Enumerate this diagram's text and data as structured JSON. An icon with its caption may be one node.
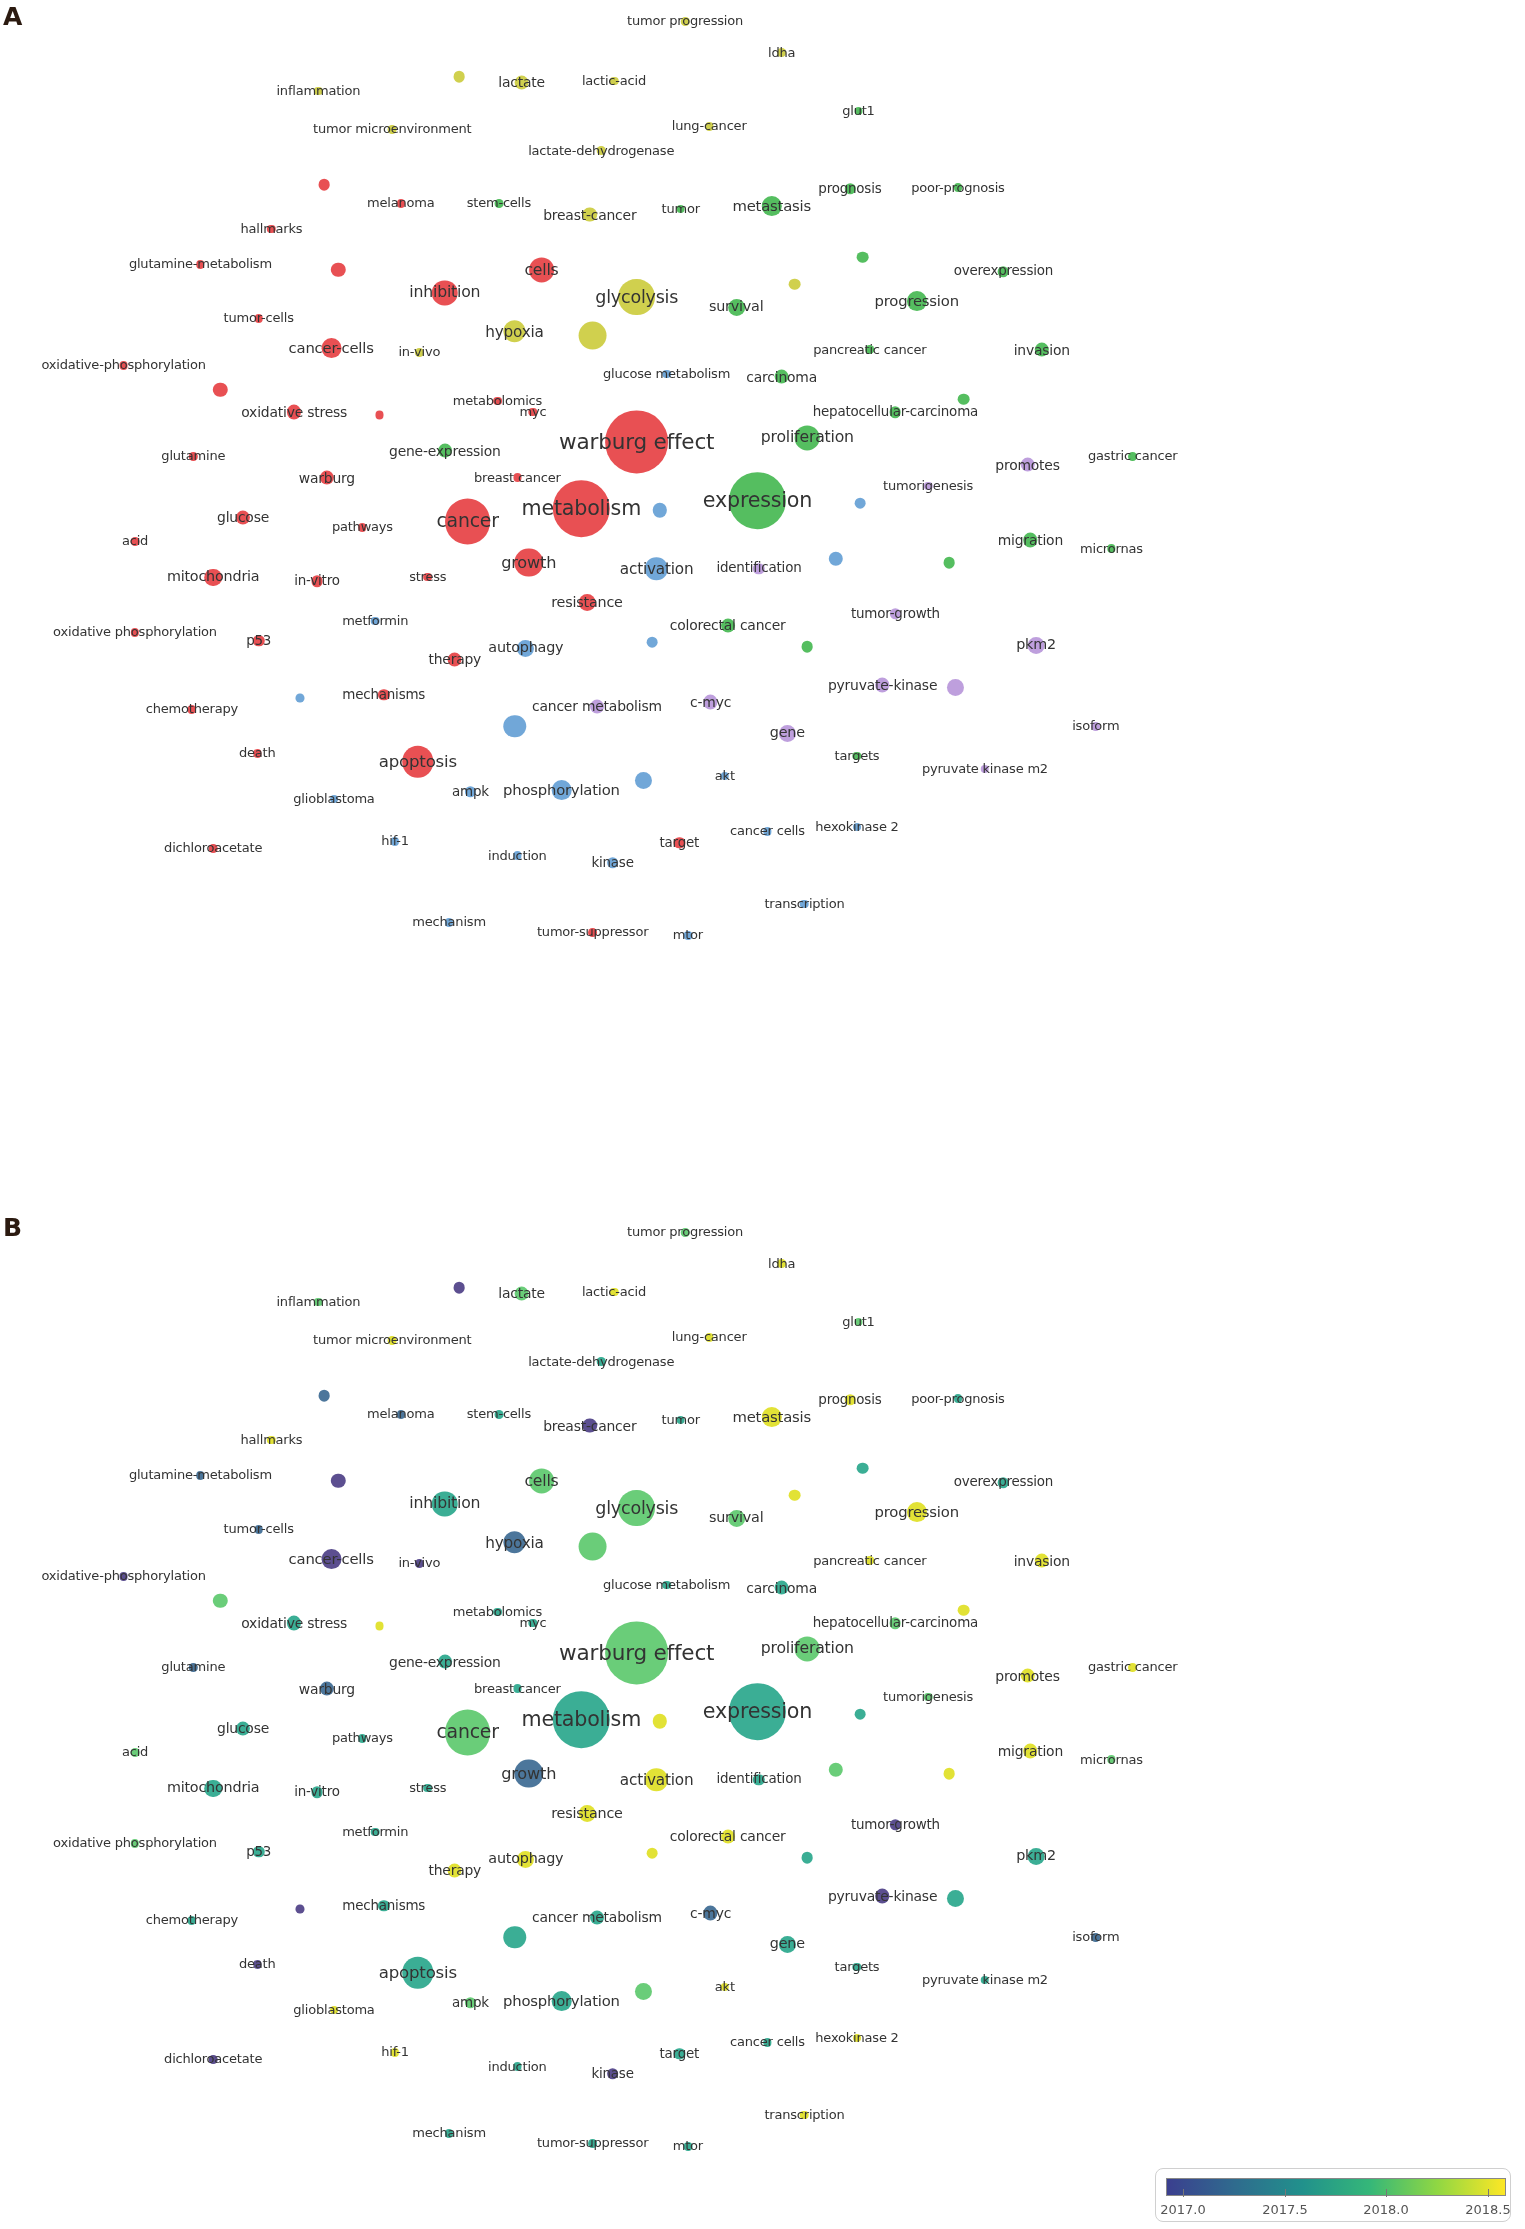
{
  "diagram": {
    "nodes": [
      {
        "text": [
          "A"
        ]
      },
      {
        "text": [
          "tumor progression"
        ],
        "in": 0
      },
      {
        "text": [
          "ldha"
        ],
        "in": 0
      },
      {
        "text": [
          "inflammation"
        ],
        "in": 0
      },
      {
        "text": [],
        "shape": "circle",
        "in": 0
      },
      {
        "text": [
          "lactate"
        ],
        "in": 0
      },
      {
        "text": [
          "lactic-acid"
        ],
        "in": 0
      },
      {
        "text": [
          "glut1"
        ],
        "in": 0
      },
      {
        "text": [
          "tumor microenvironment"
        ],
        "in": 0
      },
      {
        "text": [
          "lung-cancer"
        ],
        "in": 0
      },
      {
        "text": [
          "lactate-dehydrogenase"
        ],
        "in": 0
      },
      {
        "text": [],
        "shape": "circle",
        "in": 0
      },
      {
        "text": [
          "prognosis"
        ],
        "in": 0
      },
      {
        "text": [
          "poor-prognosis"
        ],
        "in": 0
      },
      {
        "text": [
          "melanoma"
        ],
        "in": 0
      },
      {
        "text": [
          "stem-cells"
        ],
        "in": 0
      },
      {
        "text": [
          "tumor"
        ],
        "in": 0
      },
      {
        "text": [
          "metastasis"
        ],
        "in": 0
      },
      {
        "text": [
          "breast-cancer"
        ],
        "in": 0
      },
      {
        "text": [
          "hallmarks"
        ],
        "in": 0
      },
      {
        "text": [],
        "shape": "circle",
        "in": 0
      },
      {
        "text": [
          "cells"
        ],
        "in": 0
      },
      {
        "text": [
          "glutamine-metabolism"
        ],
        "in": 0
      },
      {
        "text": [],
        "shape": "circle",
        "in": 0
      },
      {
        "text": [
          "overexpression"
        ],
        "in": 0
      },
      {
        "text": [],
        "shape": "circle",
        "in": 0
      },
      {
        "text": [
          "inhibition"
        ],
        "in": 0
      },
      {
        "text": [
          "glycolysis"
        ],
        "in": 0
      },
      {
        "text": [
          "tumor-cells"
        ],
        "in": 0
      },
      {
        "text": [
          "survival"
        ],
        "in": 0
      },
      {
        "text": [
          "progression"
        ],
        "in": 0
      },
      {
        "text": [
          "hypoxia"
        ],
        "in": 0
      },
      {
        "text": [],
        "shape": "circle",
        "in": 0
      },
      {
        "text": [
          "cancer-cells"
        ],
        "in": 0
      },
      {
        "text": [
          "in-vivo"
        ],
        "in": 0
      },
      {
        "text": [
          "invasion"
        ],
        "in": 0
      },
      {
        "text": [
          "pancreatic cancer"
        ],
        "in": 0
      },
      {
        "text": [
          "oxidative-phosphorylation"
        ],
        "in": 0
      },
      {
        "text": [
          "glucose metabolism"
        ],
        "in": 0
      },
      {
        "text": [
          "carcinoma"
        ],
        "in": 0
      },
      {
        "text": [],
        "shape": "circle",
        "in": 0
      },
      {
        "text": [],
        "shape": "circle",
        "in": 0
      },
      {
        "text": [
          "metabolomics"
        ],
        "in": 0
      },
      {
        "text": [
          "hepatocellular-carcinoma"
        ],
        "in": 0
      },
      {
        "text": [
          "oxidative stress"
        ],
        "in": 0
      },
      {
        "text": [],
        "shape": "circle",
        "in": 0
      },
      {
        "text": [
          "myc"
        ],
        "in": 0
      },
      {
        "text": [
          "warburg effect"
        ],
        "in": 0
      },
      {
        "text": [
          "proliferation"
        ],
        "in": 0
      },
      {
        "text": [
          "gene-expression"
        ],
        "in": 0
      },
      {
        "text": [
          "promotes"
        ],
        "in": 0
      },
      {
        "text": [
          "gastric cancer"
        ],
        "in": 0
      },
      {
        "text": [
          "breast cancer"
        ],
        "in": 0
      },
      {
        "text": [
          "glutamine"
        ],
        "in": 0
      },
      {
        "text": [
          "warburg"
        ],
        "in": 0
      },
      {
        "text": [
          "metabolism"
        ],
        "in": 0
      },
      {
        "text": [
          "expression"
        ],
        "in": 0
      },
      {
        "text": [],
        "shape": "circle",
        "in": 0
      },
      {
        "text": [],
        "shape": "circle",
        "in": 0
      },
      {
        "text": [
          "tumorigenesis"
        ],
        "in": 0
      },
      {
        "text": [
          "cancer"
        ],
        "in": 0
      },
      {
        "text": [
          "glucose"
        ],
        "in": 0
      },
      {
        "text": [
          "pathways"
        ],
        "in": 0
      },
      {
        "text": [
          "acid"
        ],
        "in": 0
      },
      {
        "text": [
          "migration"
        ],
        "in": 0
      },
      {
        "text": [
          "micrornas"
        ],
        "in": 0
      },
      {
        "text": [
          "growth"
        ],
        "in": 0
      },
      {
        "text": [
          "activation"
        ],
        "in": 0
      },
      {
        "text": [
          "identification"
        ],
        "in": 0
      },
      {
        "text": [],
        "shape": "circle",
        "in": 0
      },
      {
        "text": [],
        "shape": "circle",
        "in": 0
      },
      {
        "text": [
          "mitochondria"
        ],
        "in": 0
      },
      {
        "text": [
          "in-vitro"
        ],
        "in": 0
      },
      {
        "text": [
          "stress"
        ],
        "in": 0
      },
      {
        "text": [
          "resistance"
        ],
        "in": 0
      },
      {
        "text": [
          "oxidative phosphorylation"
        ],
        "in": 0
      },
      {
        "text": [
          "metformin"
        ],
        "in": 0
      },
      {
        "text": [
          "colorectal cancer"
        ],
        "in": 0
      },
      {
        "text": [
          "p53"
        ],
        "in": 0
      },
      {
        "text": [],
        "shape": "circle",
        "in": 0
      },
      {
        "text": [
          "tumor-growth"
        ],
        "in": 0
      },
      {
        "text": [],
        "shape": "circle",
        "in": 0
      },
      {
        "text": [
          "autophagy"
        ],
        "in": 0
      },
      {
        "text": [
          "pkm2"
        ],
        "in": 0
      },
      {
        "text": [
          "therapy"
        ],
        "in": 0
      },
      {
        "text": [
          "mechanisms"
        ],
        "in": 0
      },
      {
        "text": [],
        "shape": "circle",
        "in": 0
      },
      {
        "text": [
          "chemotherapy"
        ],
        "in": 0
      },
      {
        "text": [
          "cancer metabolism"
        ],
        "in": 0
      },
      {
        "text": [],
        "shape": "circle",
        "in": 0
      },
      {
        "text": [
          "c-myc"
        ],
        "in": 0
      },
      {
        "text": [
          "pyruvate-kinase"
        ],
        "in": 0
      },
      {
        "text": [],
        "shape": "circle",
        "in": 0
      },
      {
        "text": [
          "gene"
        ],
        "in": 0
      },
      {
        "text": [
          "isoform"
        ],
        "in": 0
      },
      {
        "text": [
          "death"
        ],
        "in": 0
      },
      {
        "text": [
          "apoptosis"
        ],
        "in": 0
      },
      {
        "text": [
          "targets"
        ],
        "in": 0
      },
      {
        "text": [
          "pyruvate kinase m2"
        ],
        "in": 0
      },
      {
        "text": [
          "glioblastoma"
        ],
        "in": 0
      },
      {
        "text": [
          "ampk"
        ],
        "in": 0
      },
      {
        "text": [
          "phosphorylation"
        ],
        "in": 0
      },
      {
        "text": [],
        "shape": "circle",
        "in": 0
      },
      {
        "text": [
          "akt"
        ],
        "in": 0
      },
      {
        "text": [
          "hif-1"
        ],
        "in": 0
      },
      {
        "text": [
          "dichloroacetate"
        ],
        "in": 0
      },
      {
        "text": [
          "target"
        ],
        "in": 0
      },
      {
        "text": [
          "cancer cells"
        ],
        "in": 0
      },
      {
        "text": [
          "hexokinase 2"
        ],
        "in": 0
      },
      {
        "text": [
          "induction"
        ],
        "in": 0
      },
      {
        "text": [
          "kinase"
        ],
        "in": 0
      },
      {
        "text": [
          "transcription"
        ],
        "in": 0
      },
      {
        "text": [
          "mechanism"
        ],
        "in": 0
      },
      {
        "text": [
          "tumor-suppressor"
        ],
        "in": 0
      },
      {
        "text": [
          "mtor"
        ],
        "in": 0
      },
      {
        "text": [
          "B"
        ]
      },
      {
        "text": [
          "tumor progression"
        ],
        "in": 115
      },
      {
        "text": [
          "ldha"
        ],
        "in": 115
      },
      {
        "text": [
          "inflammation"
        ],
        "in": 115
      },
      {
        "text": [],
        "shape": "circle",
        "in": 115
      },
      {
        "text": [
          "lactate"
        ],
        "in": 115
      },
      {
        "text": [
          "lactic-acid"
        ],
        "in": 115
      },
      {
        "text": [
          "glut1"
        ],
        "in": 115
      },
      {
        "text": [
          "tumor microenvironment"
        ],
        "in": 115
      },
      {
        "text": [
          "lung-cancer"
        ],
        "in": 115
      },
      {
        "text": [
          "lactate-dehydrogenase"
        ],
        "in": 115
      },
      {
        "text": [],
        "shape": "circle",
        "in": 115
      },
      {
        "text": [
          "prognosis"
        ],
        "in": 115
      },
      {
        "text": [
          "poor-prognosis"
        ],
        "in": 115
      },
      {
        "text": [
          "melanoma"
        ],
        "in": 115
      },
      {
        "text": [
          "stem-cells"
        ],
        "in": 115
      },
      {
        "text": [
          "tumor"
        ],
        "in": 115
      },
      {
        "text": [
          "metastasis"
        ],
        "in": 115
      },
      {
        "text": [
          "breast-cancer"
        ],
        "in": 115
      },
      {
        "text": [
          "hallmarks"
        ],
        "in": 115
      },
      {
        "text": [],
        "shape": "circle",
        "in": 115
      },
      {
        "text": [
          "cells"
        ],
        "in": 115
      },
      {
        "text": [
          "glutamine-metabolism"
        ],
        "in": 115
      },
      {
        "text": [],
        "shape": "circle",
        "in": 115
      },
      {
        "text": [
          "overexpression"
        ],
        "in": 115
      },
      {
        "text": [],
        "shape": "circle",
        "in": 115
      },
      {
        "text": [
          "inhibition"
        ],
        "in": 115
      },
      {
        "text": [
          "glycolysis"
        ],
        "in": 115
      },
      {
        "text": [
          "tumor-cells"
        ],
        "in": 115
      },
      {
        "text": [
          "survival"
        ],
        "in": 115
      },
      {
        "text": [
          "progression"
        ],
        "in": 115
      },
      {
        "text": [
          "hypoxia"
        ],
        "in": 115
      },
      {
        "text": [],
        "shape": "circle",
        "in": 115
      },
      {
        "text": [
          "cancer-cells"
        ],
        "in": 115
      },
      {
        "text": [
          "in-vivo"
        ],
        "in": 115
      },
      {
        "text": [
          "invasion"
        ],
        "in": 115
      },
      {
        "text": [
          "pancreatic cancer"
        ],
        "in": 115
      },
      {
        "text": [
          "oxidative-phosphorylation"
        ],
        "in": 115
      },
      {
        "text": [
          "glucose metabolism"
        ],
        "in": 115
      },
      {
        "text": [
          "carcinoma"
        ],
        "in": 115
      },
      {
        "text": [],
        "shape": "circle",
        "in": 115
      },
      {
        "text": [],
        "shape": "circle",
        "in": 115
      },
      {
        "text": [
          "metabolomics"
        ],
        "in": 115
      },
      {
        "text": [
          "hepatocellular-carcinoma"
        ],
        "in": 115
      },
      {
        "text": [
          "oxidative stress"
        ],
        "in": 115
      },
      {
        "text": [],
        "shape": "circle",
        "in": 115
      },
      {
        "text": [
          "myc"
        ],
        "in": 115
      },
      {
        "text": [
          "warburg effect"
        ],
        "in": 115
      },
      {
        "text": [
          "proliferation"
        ],
        "in": 115
      },
      {
        "text": [
          "gene-expression"
        ],
        "in": 115
      },
      {
        "text": [
          "promotes"
        ],
        "in": 115
      },
      {
        "text": [
          "gastric cancer"
        ],
        "in": 115
      },
      {
        "text": [
          "breast cancer"
        ],
        "in": 115
      },
      {
        "text": [
          "glutamine"
        ],
        "in": 115
      },
      {
        "text": [
          "warburg"
        ],
        "in": 115
      },
      {
        "text": [
          "metabolism"
        ],
        "in": 115
      },
      {
        "text": [
          "expression"
        ],
        "in": 115
      },
      {
        "text": [],
        "shape": "circle",
        "in": 115
      },
      {
        "text": [],
        "shape": "circle",
        "in": 115
      },
      {
        "text": [
          "tumorigenesis"
        ],
        "in": 115
      },
      {
        "text": [
          "cancer"
        ],
        "in": 115
      },
      {
        "text": [
          "glucose"
        ],
        "in": 115
      },
      {
        "text": [
          "pathways"
        ],
        "in": 115
      },
      {
        "text": [
          "acid"
        ],
        "in": 115
      },
      {
        "text": [
          "migration"
        ],
        "in": 115
      },
      {
        "text": [
          "micrornas"
        ],
        "in": 115
      },
      {
        "text": [
          "growth"
        ],
        "in": 115
      },
      {
        "text": [
          "activation"
        ],
        "in": 115
      },
      {
        "text": [
          "identification"
        ],
        "in": 115
      },
      {
        "text": [],
        "shape": "circle",
        "in": 115
      },
      {
        "text": [],
        "shape": "circle",
        "in": 115
      },
      {
        "text": [
          "mitochondria"
        ],
        "in": 115
      },
      {
        "text": [
          "in-vitro"
        ],
        "in": 115
      },
      {
        "text": [
          "stress"
        ],
        "in": 115
      },
      {
        "text": [
          "resistance"
        ],
        "in": 115
      },
      {
        "text": [
          "oxidative phosphorylation"
        ],
        "in": 115
      },
      {
        "text": [
          "metformin"
        ],
        "in": 115
      },
      {
        "text": [
          "colorectal cancer"
        ],
        "in": 115
      },
      {
        "text": [
          "p53"
        ],
        "in": 115
      },
      {
        "text": [],
        "shape": "circle",
        "in": 115
      },
      {
        "text": [
          "tumor-growth"
        ],
        "in": 115
      },
      {
        "text": [],
        "shape": "circle",
        "in": 115
      },
      {
        "text": [
          "autophagy"
        ],
        "in": 115
      },
      {
        "text": [
          "pkm2"
        ],
        "in": 115
      },
      {
        "text": [
          "therapy"
        ],
        "in": 115
      },
      {
        "text": [
          "mechanisms"
        ],
        "in": 115
      },
      {
        "text": [],
        "shape": "circle",
        "in": 115
      },
      {
        "text": [
          "chemotherapy"
        ],
        "in": 115
      },
      {
        "text": [
          "cancer metabolism"
        ],
        "in": 115
      },
      {
        "text": [],
        "shape": "circle",
        "in": 115
      },
      {
        "text": [
          "c-myc"
        ],
        "in": 115
      },
      {
        "text": [
          "pyruvate-kinase"
        ],
        "in": 115
      },
      {
        "text": [],
        "shape": "circle",
        "in": 115
      },
      {
        "text": [
          "gene"
        ],
        "in": 115
      },
      {
        "text": [
          "isoform"
        ],
        "in": 115
      },
      {
        "text": [
          "death"
        ],
        "in": 115
      },
      {
        "text": [
          "apoptosis"
        ],
        "in": 115
      },
      {
        "text": [
          "targets"
        ],
        "in": 115
      },
      {
        "text": [
          "pyruvate kinase m2"
        ],
        "in": 115
      },
      {
        "text": [
          "glioblastoma"
        ],
        "in": 115
      },
      {
        "text": [
          "ampk"
        ],
        "in": 115
      },
      {
        "text": [
          "phosphorylation"
        ],
        "in": 115
      },
      {
        "text": [],
        "shape": "circle",
        "in": 115
      },
      {
        "text": [
          "akt"
        ],
        "in": 115
      },
      {
        "text": [
          "hif-1"
        ],
        "in": 115
      },
      {
        "text": [
          "dichloroacetate"
        ],
        "in": 115
      },
      {
        "text": [
          "target"
        ],
        "in": 115
      },
      {
        "text": [
          "cancer cells"
        ],
        "in": 115
      },
      {
        "text": [
          "hexokinase 2"
        ],
        "in": 115
      },
      {
        "text": [
          "induction"
        ],
        "in": 115
      },
      {
        "text": [
          "kinase"
        ],
        "in": 115
      },
      {
        "text": [
          "transcription"
        ],
        "in": 115
      },
      {
        "text": [
          "mechanism"
        ],
        "in": 115
      },
      {
        "text": [
          "tumor-suppressor"
        ],
        "in": 115
      },
      {
        "text": [
          "mtor"
        ],
        "in": 115
      }
    ],
    "labels": [
      "2017.0",
      "2017.5",
      "2018.0",
      "2018.5"
    ]
  }
}
